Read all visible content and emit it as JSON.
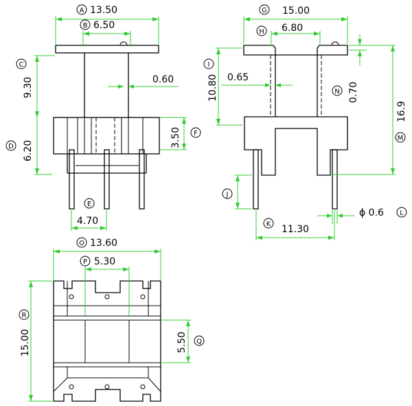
{
  "dims": {
    "A": {
      "label": "A",
      "value": "13.50"
    },
    "B": {
      "label": "B",
      "value": "6.50"
    },
    "C": {
      "label": "C",
      "value": "9.30"
    },
    "D": {
      "label": "D",
      "value": "6.20"
    },
    "E": {
      "label": "E",
      "value": "4.70"
    },
    "F": {
      "label": "F",
      "value": "3.50"
    },
    "gap": {
      "value": "0.60"
    },
    "G": {
      "label": "G",
      "value": "15.00"
    },
    "H": {
      "label": "H",
      "value": "6.80"
    },
    "I": {
      "label": "I",
      "value": "10.80"
    },
    "wall": {
      "value": "0.65"
    },
    "N": {
      "label": "N",
      "value": "0.70"
    },
    "M": {
      "label": "M",
      "value": "16.9"
    },
    "J": {
      "label": "J"
    },
    "K": {
      "label": "K",
      "value": "11.30"
    },
    "L": {
      "label": "L",
      "value": "ϕ 0.6"
    },
    "O": {
      "label": "O",
      "value": "13.60"
    },
    "P": {
      "label": "P",
      "value": "5.30"
    },
    "R": {
      "label": "R",
      "value": "15.00"
    },
    "Q": {
      "label": "Q",
      "value": "5.50"
    }
  }
}
